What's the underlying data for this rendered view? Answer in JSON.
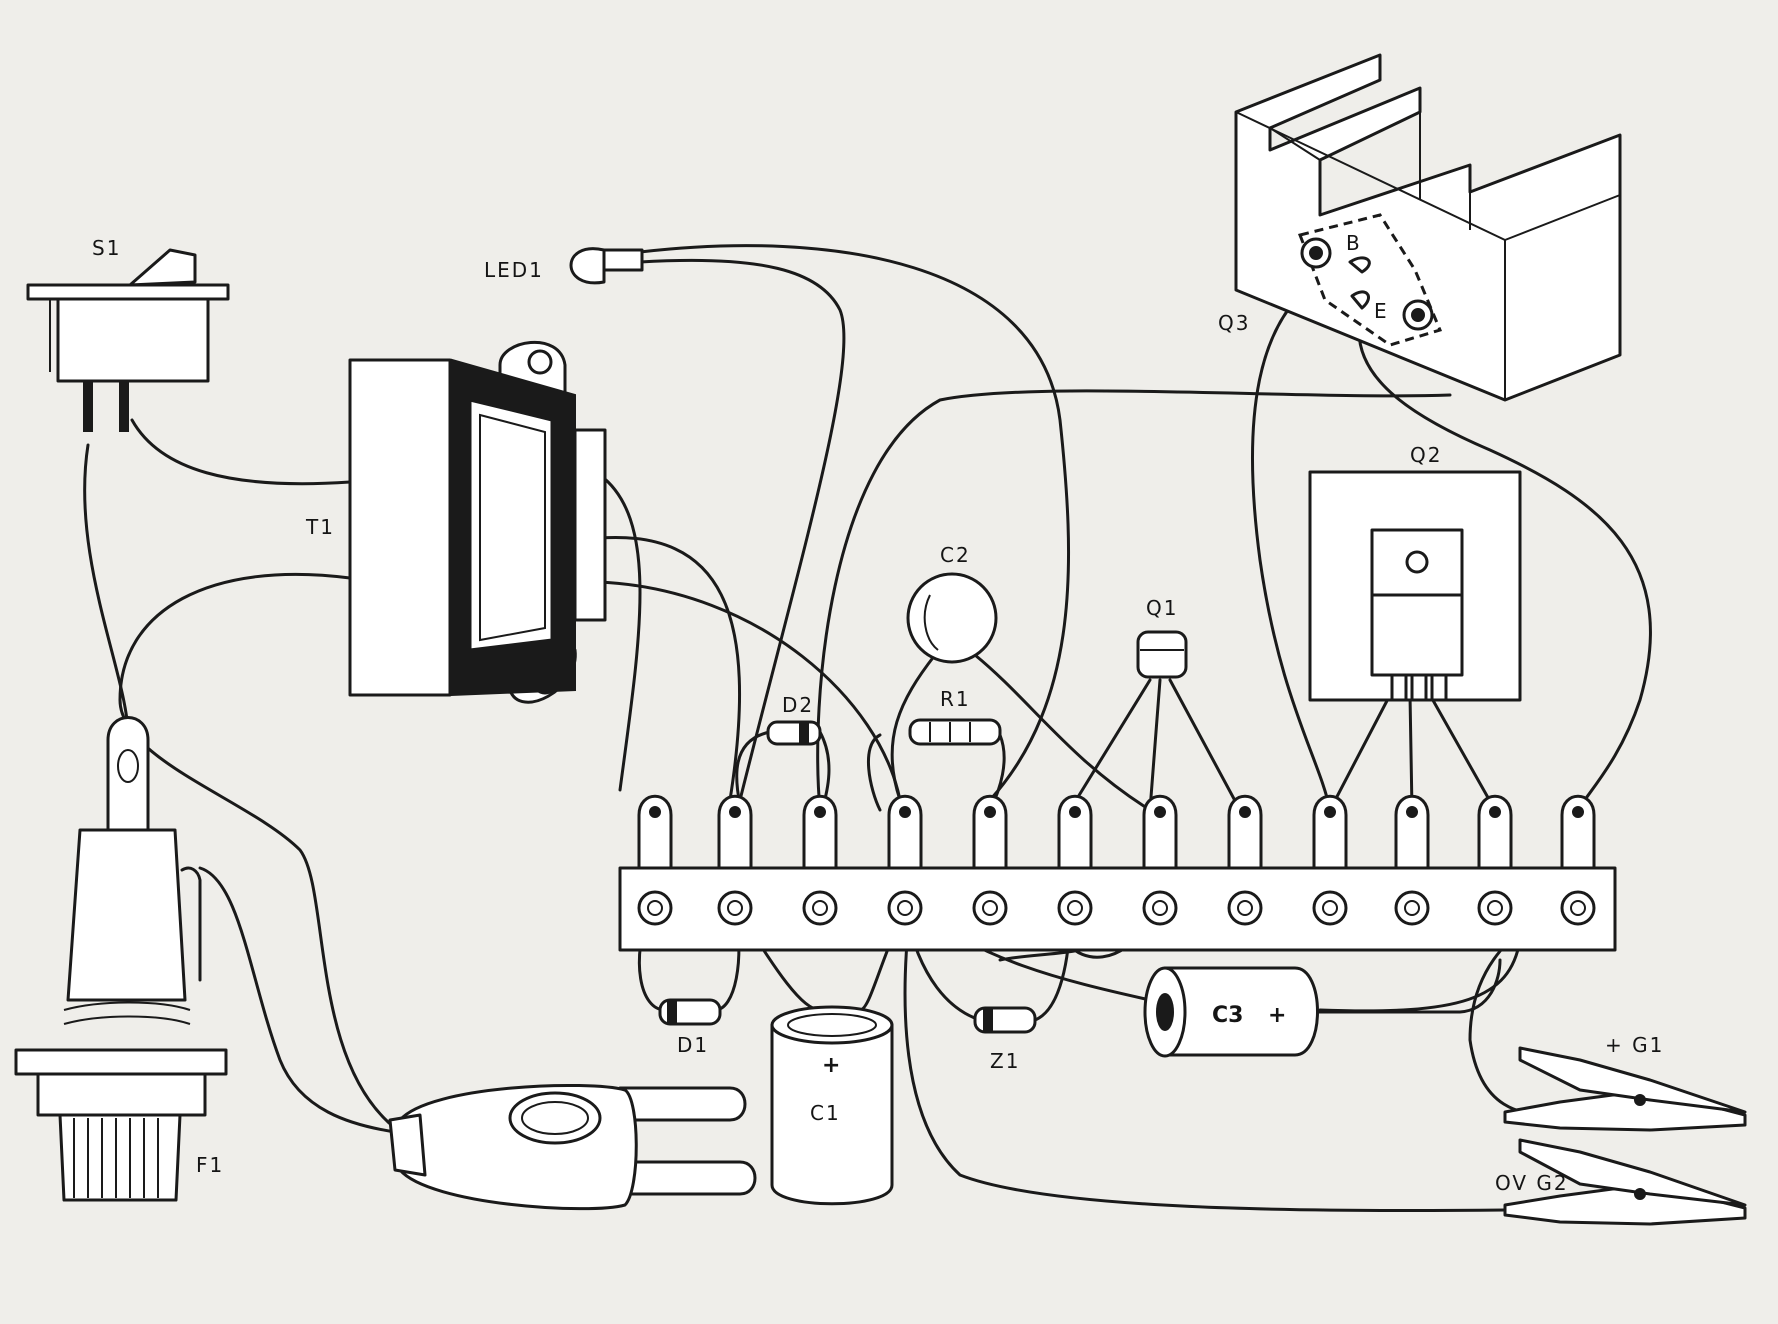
{
  "labels": {
    "s1": "S1",
    "t1": "T1",
    "led1": "LED1",
    "c2": "C2",
    "r1": "R1",
    "d2": "D2",
    "q1": "Q1",
    "q2": "Q2",
    "q3": "Q3",
    "q3_b": "B",
    "q3_e": "E",
    "d1": "D1",
    "c1": "C1",
    "c1_plus": "+",
    "z1": "Z1",
    "c3": "C3",
    "c3_plus": "+",
    "f1": "F1",
    "g1": "+ G1",
    "g2": "OV G2"
  }
}
